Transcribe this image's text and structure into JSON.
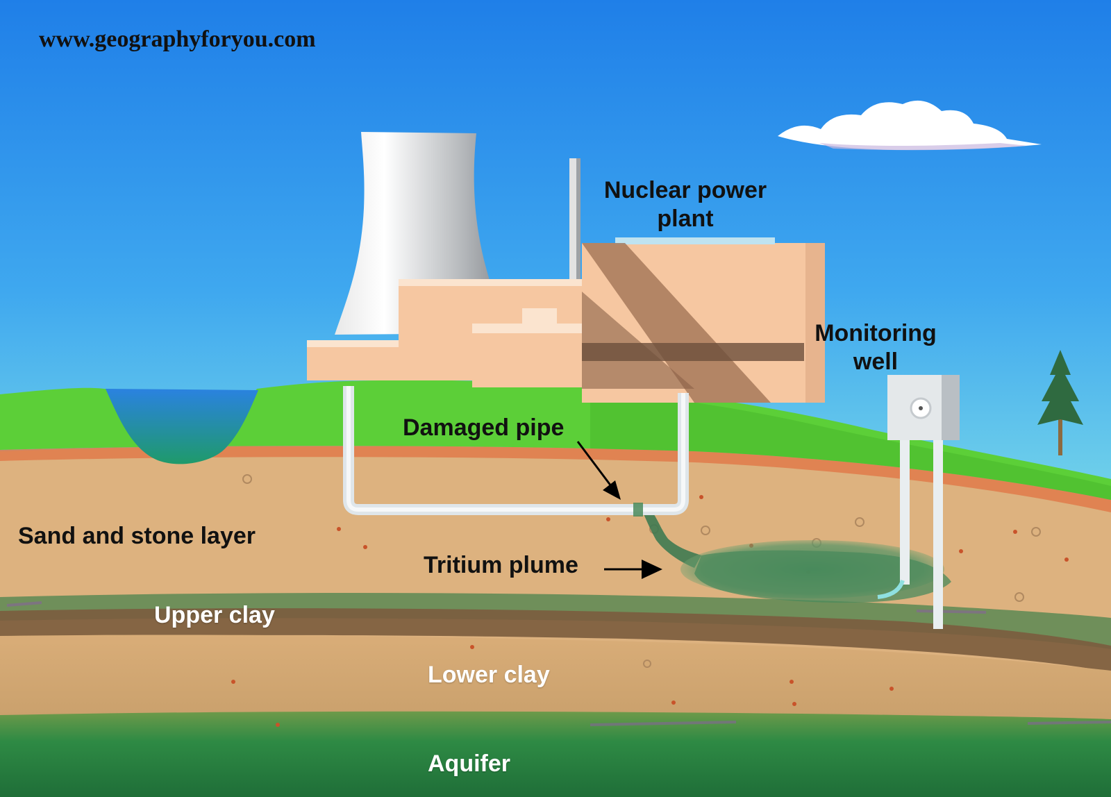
{
  "watermark": "www.geographyforyou.com",
  "labels": {
    "plant": [
      "Nuclear power",
      "plant"
    ],
    "well": [
      "Monitoring",
      "well"
    ],
    "damaged_pipe": "Damaged pipe",
    "sand_stone": "Sand and stone layer",
    "tritium": "Tritium plume",
    "upper_clay": "Upper clay",
    "lower_clay": "Lower clay",
    "aquifer": "Aquifer"
  },
  "colors": {
    "sky_top": "#1f80e8",
    "sky_bottom": "#62c8ec",
    "grass": "#5fd13a",
    "sand": "#ddb27e",
    "clay_band": "#7d6a4a",
    "aquifer": "#2f8f45",
    "plume": "#4f8f5a",
    "building": "#f6c7a1"
  }
}
